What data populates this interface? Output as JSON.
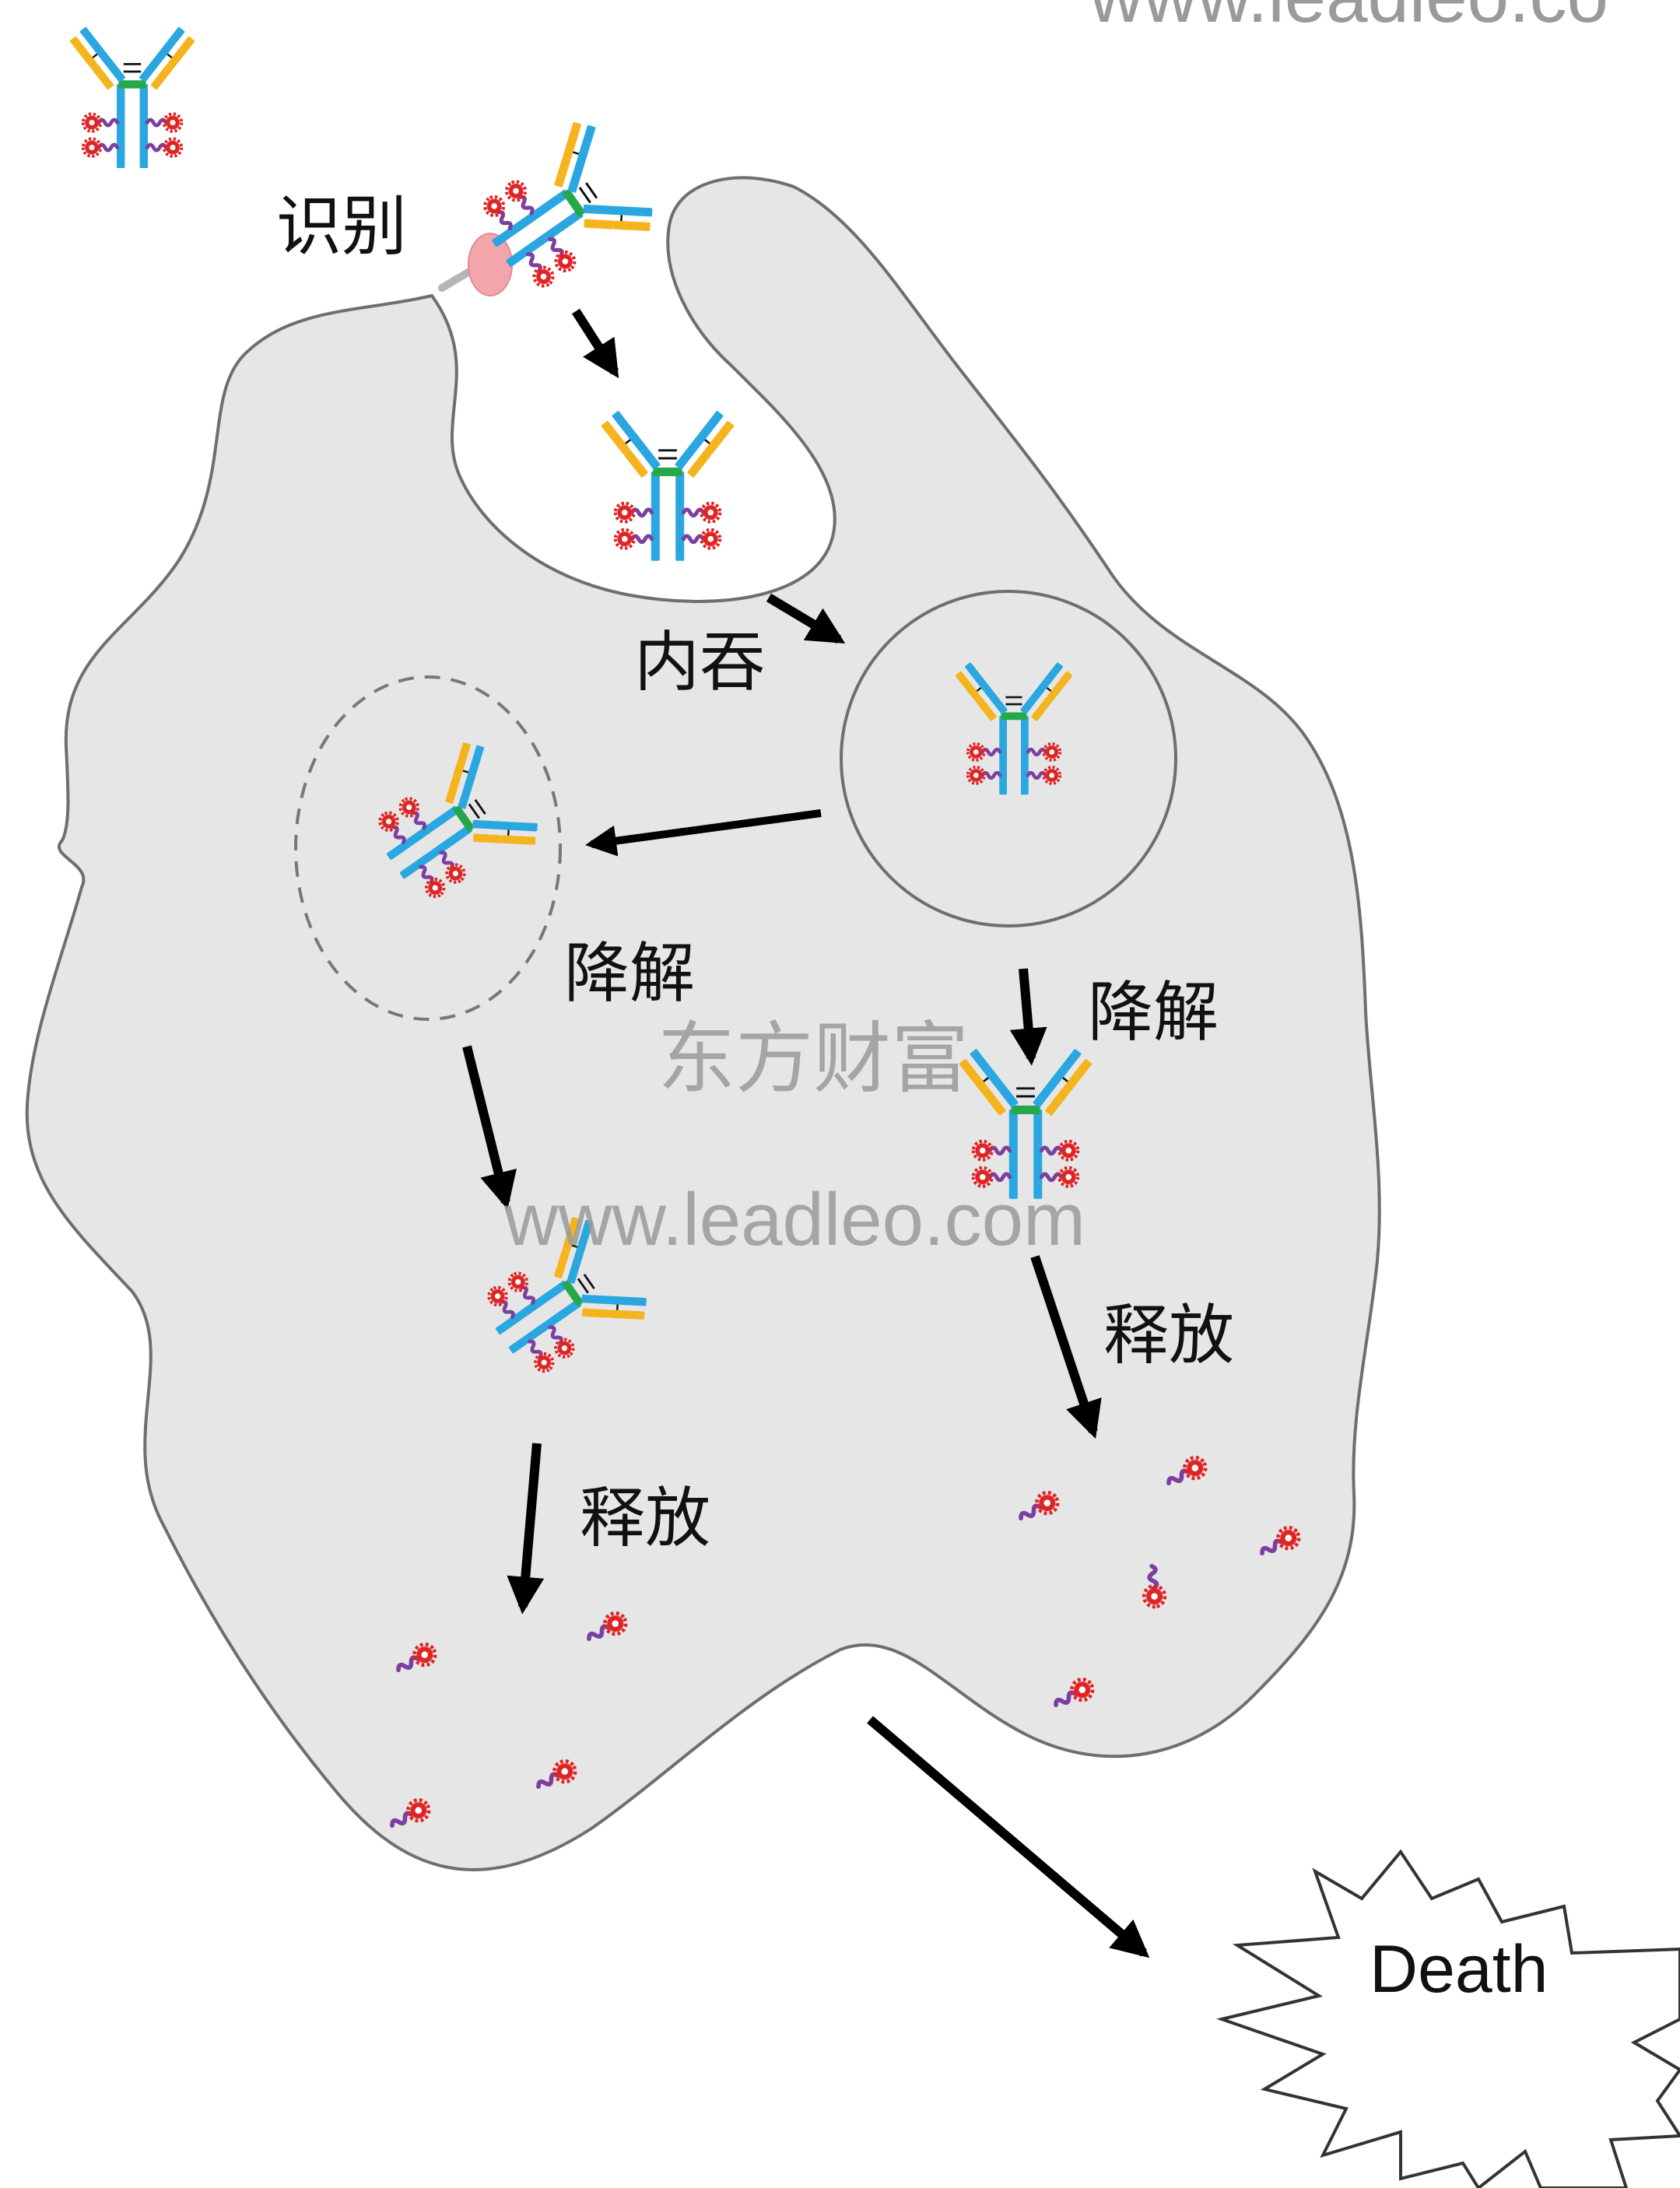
{
  "labels": {
    "recognition": "识别",
    "endocytosis": "内吞",
    "degradation_left": "降解",
    "degradation_right": "降解",
    "release_left": "释放",
    "release_right": "释放",
    "death": "Death"
  },
  "watermarks": {
    "site_top": "www.leadleo.co",
    "brand": "东方财富",
    "site_center": "www.leadleo.com"
  },
  "colors": {
    "cell_fill": "#e6e6e6",
    "cell_stroke": "#6e6e6e",
    "heavy_chain": "#2aa7e0",
    "light_chain": "#f5b41e",
    "hinge": "#25a84a",
    "linker": "#7b3fa0",
    "payload": "#e02424",
    "receptor": "#f2a6ab",
    "arrow": "#000000"
  }
}
